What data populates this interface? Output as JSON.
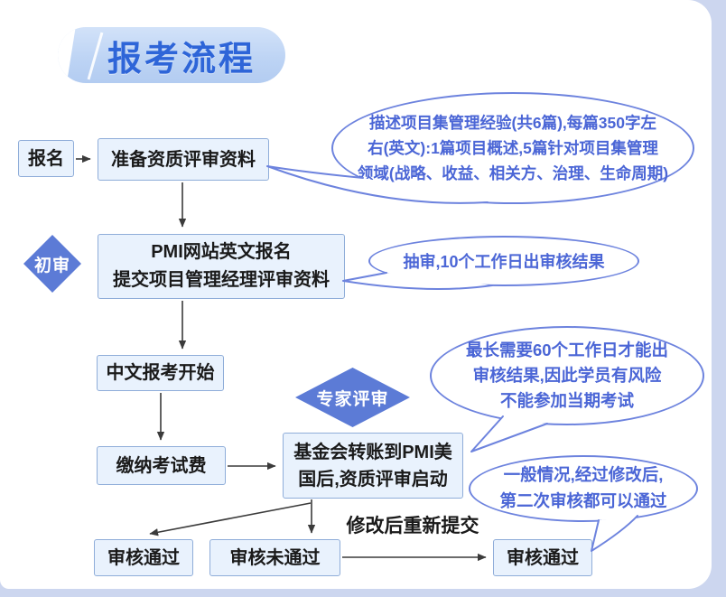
{
  "title": {
    "text": "报考流程"
  },
  "nodes": {
    "baoming": "报名",
    "prepare": "准备资质评审资料",
    "pmi": {
      "line1": "PMI网站英文报名",
      "line2": "提交项目管理经理评审资料"
    },
    "chinese_start": "中文报考开始",
    "pay_fee": "缴纳考试费",
    "fund": {
      "line1": "基金会转账到PMI美",
      "line2": "国后,资质评审启动"
    },
    "pass_left": "审核通过",
    "fail": "审核未通过",
    "pass_right": "审核通过"
  },
  "badges": {
    "first_review": "初审",
    "expert_review": "专家评审"
  },
  "labels": {
    "resubmit": "修改后重新提交"
  },
  "bubbles": {
    "b1": {
      "line1": "描述项目集管理经验(共6篇),每篇350字左",
      "line2": "右(英文):1篇项目概述,5篇针对项目集管理",
      "line3": "领域(战略、收益、相关方、治理、生命周期)"
    },
    "b2": {
      "line1": "抽审,10个工作日出审核结果"
    },
    "b3": {
      "line1": "最长需要60个工作日才能出",
      "line2": "审核结果,因此学员有风险",
      "line3": "不能参加当期考试"
    },
    "b4": {
      "line1": "一般情况,经过修改后,",
      "line2": "第二次审核都可以通过"
    }
  },
  "colors": {
    "title_text": "#2e65d8",
    "banner_fill": "#bcd3f4",
    "box_fill": "#e9f2fd",
    "box_border": "#8fadd9",
    "diamond_fill": "#5c7bd6",
    "bubble_stroke": "#6d83de",
    "bubble_text": "#4b66d6",
    "arrow": "#3b3b3b",
    "page_bg": "#ccd6ef",
    "card_bg": "#ffffff"
  }
}
